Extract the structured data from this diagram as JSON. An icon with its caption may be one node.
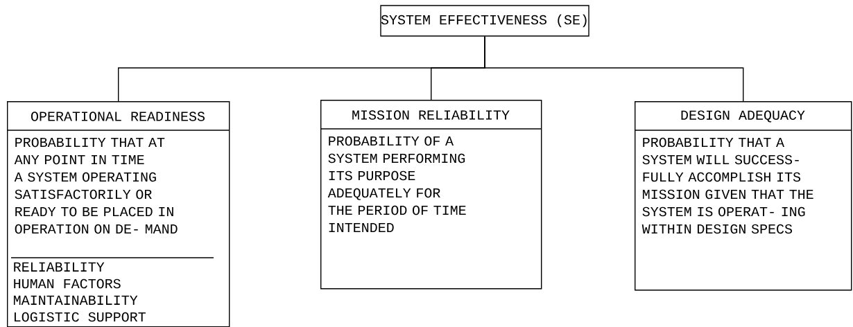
{
  "diagram": {
    "nodes": [
      {
        "text": [
          "SYSTEM EFFECTIVENESS (SE)"
        ]
      },
      {
        "text": [
          "OPERATIONAL READINESS",
          "PROBABILITY THAT AT ANY POINT IN TIME A SYSTEM OPERATING SATISFACTORILY OR READY TO BE PLACED IN OPERATION ON DE- MAND",
          "RELIABILITY",
          "HUMAN FACTORS",
          "MAINTAINABILITY",
          "LOGISTIC SUPPORT"
        ]
      },
      {
        "text": [
          "MISSION RELIABILITY",
          "PROBABILITY OF A SYSTEM PERFORMING ITS PURPOSE ADEQUATELY FOR THE PERIOD OF TIME INTENDED"
        ]
      },
      {
        "text": [
          "DESIGN ADEQUACY",
          "PROBABILITY THAT A SYSTEM WILL SUCCESS- FULLY ACCOMPLISH ITS MISSION GIVEN THAT THE SYSTEM IS OPERAT- ING WITHIN DESIGN SPECS"
        ]
      }
    ],
    "edges": [
      {
        "from": 0,
        "to": 1,
        "arrow": "none"
      },
      {
        "from": 0,
        "to": 2,
        "arrow": "none"
      },
      {
        "from": 0,
        "to": 3,
        "arrow": "none"
      }
    ]
  }
}
